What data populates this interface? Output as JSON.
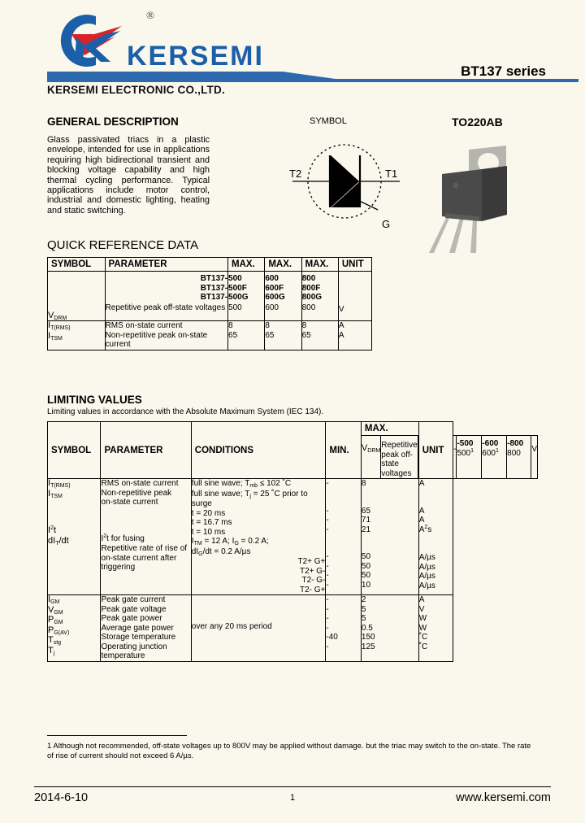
{
  "header": {
    "logo_text": "KERSEMI",
    "registered_mark": "®",
    "series_title": "BT137 series",
    "company_line": "KERSEMI ELECTRONIC CO.,LTD.",
    "brand_blue": "#1a5fa8",
    "brand_red": "#d8232a"
  },
  "general_description": {
    "title": "GENERAL DESCRIPTION",
    "body": "Glass passivated triacs in a plastic envelope, intended for use in applications requiring high bidirectional transient and blocking voltage capability and high thermal cycling performance. Typical applications include motor control, industrial and domestic lighting, heating and static switching."
  },
  "symbol": {
    "label": "SYMBOL",
    "t2": "T2",
    "t1": "T1",
    "g": "G"
  },
  "package": {
    "label": "TO220AB"
  },
  "quick_reference": {
    "title": "QUICK REFERENCE DATA",
    "headers": [
      "SYMBOL",
      "PARAMETER",
      "MAX.",
      "MAX.",
      "MAX.",
      "UNIT"
    ],
    "type_rows": [
      {
        "prefix": "BT137-",
        "c1": "500",
        "c2": "600",
        "c3": "800"
      },
      {
        "prefix": "BT137-",
        "c1": "500F",
        "c2": "600F",
        "c3": "800F"
      },
      {
        "prefix": "BT137-",
        "c1": "500G",
        "c2": "600G",
        "c3": "800G"
      }
    ],
    "rows": [
      {
        "symbol_base": "V",
        "symbol_sub": "DRM",
        "parameter": "Repetitive peak off-state voltages",
        "c1": "500",
        "c2": "600",
        "c3": "800",
        "unit": "V"
      },
      {
        "symbol_base": "I",
        "symbol_sub": "T(RMS)",
        "parameter": "RMS on-state current",
        "c1": "8",
        "c2": "8",
        "c3": "8",
        "unit": "A"
      },
      {
        "symbol_base": "I",
        "symbol_sub": "TSM",
        "parameter": "Non-repetitive peak on-state current",
        "c1": "65",
        "c2": "65",
        "c3": "65",
        "unit": "A"
      }
    ]
  },
  "limiting_values": {
    "title": "LIMITING VALUES",
    "subtitle": "Limiting values in accordance with the Absolute Maximum System (IEC 134).",
    "headers": {
      "symbol": "SYMBOL",
      "parameter": "PARAMETER",
      "conditions": "CONDITIONS",
      "min": "MIN.",
      "max": "MAX.",
      "unit": "UNIT"
    },
    "vdrm": {
      "symbol_base": "V",
      "symbol_sub": "DRM",
      "parameter": "Repetitive peak off-state voltages",
      "conditions": "",
      "min": "-",
      "max_headers": [
        "-500",
        "-600",
        "-800"
      ],
      "max_values": [
        "500",
        "600",
        "800"
      ],
      "max_value_sups": [
        "1",
        "1",
        ""
      ],
      "unit": "V"
    },
    "rows": [
      {
        "symbol_base": "I",
        "symbol_sub": "T(RMS)",
        "parameter": "RMS on-state current",
        "conditions": "full sine wave; T<sub>mb</sub> ≤ 102 ˚C",
        "min": "-",
        "max": "8",
        "unit": "A"
      },
      {
        "symbol_base": "I",
        "symbol_sub": "TSM",
        "parameter": "Non-repetitive peak on-state current",
        "conditions": "full sine wave; T<sub>j</sub> = 25 ˚C prior to surge",
        "min": "",
        "max": "",
        "unit": ""
      },
      {
        "symbol_base": "",
        "symbol_sub": "",
        "parameter": "",
        "conditions": "t = 20 ms",
        "min": "-",
        "max": "65",
        "unit": "A"
      },
      {
        "symbol_base": "",
        "symbol_sub": "",
        "parameter": "",
        "conditions": "t = 16.7 ms",
        "min": "-",
        "max": "71",
        "unit": "A"
      },
      {
        "symbol_base": "I",
        "symbol_sub": "",
        "symbol_raw": "I<sup>2</sup>t",
        "parameter": "I<sup>2</sup>t for fusing",
        "conditions": "t = 10 ms",
        "min": "-",
        "max": "21",
        "unit": "A<sup>2</sup>s"
      },
      {
        "symbol_raw": "dI<sub>T</sub>/dt",
        "parameter": "Repetitive rate of rise of on-state current after triggering",
        "conditions": "I<sub>TM</sub> = 12 A; I<sub>G</sub> = 0.2 A;<br>dI<sub>G</sub>/dt = 0.2 A/µs",
        "min": "",
        "max": "",
        "unit": ""
      },
      {
        "symbol_raw": "",
        "parameter": "",
        "conditions_right": "T2+ G+",
        "min": "-",
        "max": "50",
        "unit": "A/µs"
      },
      {
        "symbol_raw": "",
        "parameter": "",
        "conditions_right": "T2+ G-",
        "min": "-",
        "max": "50",
        "unit": "A/µs"
      },
      {
        "symbol_raw": "",
        "parameter": "",
        "conditions_right": "T2- G-",
        "min": "-",
        "max": "50",
        "unit": "A/µs"
      },
      {
        "symbol_raw": "",
        "parameter": "",
        "conditions_right": "T2- G+",
        "min": "-",
        "max": "10",
        "unit": "A/µs"
      },
      {
        "symbol_raw": "I<sub>GM</sub>",
        "parameter": "Peak gate current",
        "conditions": "",
        "min": "-",
        "max": "2",
        "unit": "A"
      },
      {
        "symbol_raw": "V<sub>GM</sub>",
        "parameter": "Peak gate voltage",
        "conditions": "",
        "min": "-",
        "max": "5",
        "unit": "V"
      },
      {
        "symbol_raw": "P<sub>GM</sub>",
        "parameter": "Peak gate power",
        "conditions": "",
        "min": "-",
        "max": "5",
        "unit": "W"
      },
      {
        "symbol_raw": "P<sub>G(AV)</sub>",
        "parameter": "Average gate power",
        "conditions": "over any 20 ms period",
        "min": "-",
        "max": "0.5",
        "unit": "W"
      },
      {
        "symbol_raw": "T<sub>stg</sub>",
        "parameter": "Storage temperature",
        "conditions": "",
        "min": "-40",
        "max": "150",
        "unit": "˚C"
      },
      {
        "symbol_raw": "T<sub>j</sub>",
        "parameter": "Operating junction temperature",
        "conditions": "",
        "min": "-",
        "max": "125",
        "unit": "˚C"
      }
    ]
  },
  "footnote": {
    "marker": "1",
    "text": "1 Although not recommended, off-state voltages up to 800V may be applied without damage. but the triac may switch to the on-state. The rate of rise of current should not exceed 6 A/µs."
  },
  "footer": {
    "date": "2014-6-10",
    "page_number": "1",
    "website": "www.kersemi.com"
  }
}
